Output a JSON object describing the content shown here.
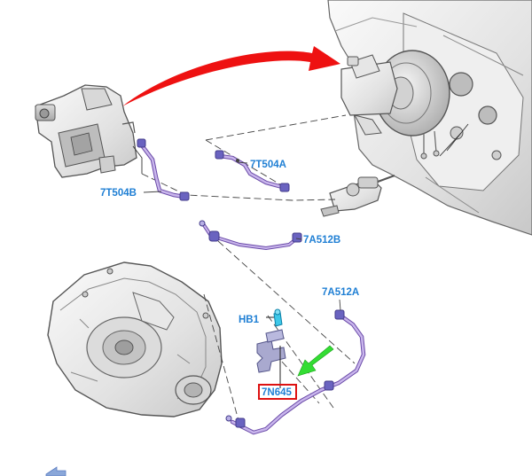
{
  "diagram": {
    "callouts": {
      "hose_left": "7T504B",
      "hose_right": "7T504A",
      "line_mid": "7A512B",
      "line_lower": "7A512A",
      "clip": "HB1",
      "bracket": "7N645"
    },
    "colors": {
      "callout_text": "#1f7fd4",
      "hose": "#9b7ac9",
      "hose_dark": "#6a4aa8",
      "connector": "#6a63c0",
      "arrow_red": "#ee1111",
      "arrow_green": "#33dd33",
      "highlight_box": "#dd1111",
      "part_fill": "#e9e9e9",
      "part_stroke": "#555555",
      "leader": "#444444"
    },
    "icons": {
      "highlight_arrow": "green-pointer-arrow",
      "flow_arrow": "red-curved-arrow",
      "corner_nav": "back-arrow-icon"
    }
  }
}
